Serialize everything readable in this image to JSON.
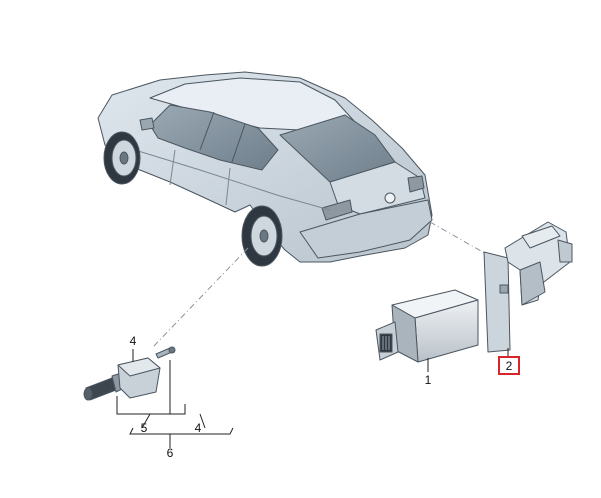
{
  "diagram": {
    "callouts": {
      "one": "1",
      "two": "2",
      "four_top": "4",
      "five": "5",
      "four_bottom": "4",
      "six": "6"
    },
    "highlight_color": "#d6262b"
  }
}
